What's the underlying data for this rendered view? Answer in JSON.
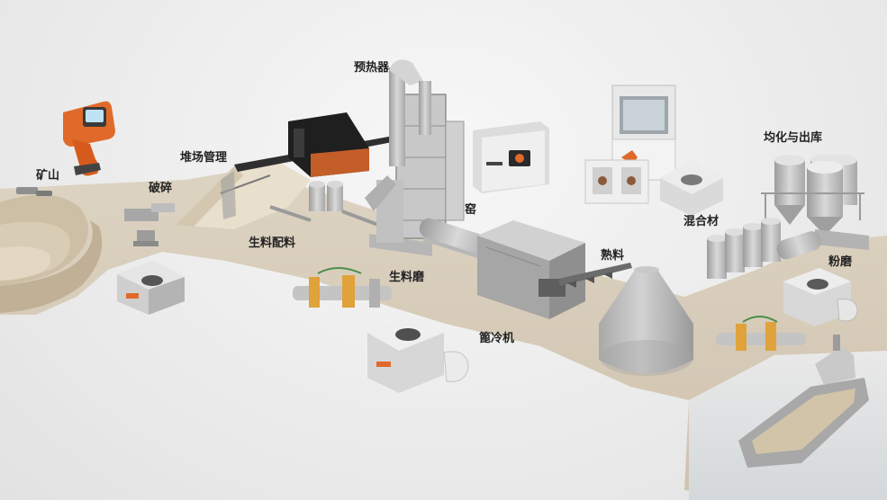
{
  "diagram": {
    "stages": {
      "mine": "矿山",
      "crushing": "破碎",
      "stockpile": "堆场管理",
      "raw_mix": "生料配料",
      "preheater": "预热器",
      "raw_mill": "生料磨",
      "kiln": "窑",
      "grate_cooler": "篦冷机",
      "clinker": "熟料",
      "mixed_material": "混合材",
      "homogenization_dispatch": "均化与出库",
      "cement_grinding": "粉磨"
    }
  },
  "colors": {
    "ground": "#d6cbb8",
    "equipment": "#b9b9b9",
    "analyzer_accent": "#e06a2a",
    "label_text": "#222222"
  }
}
